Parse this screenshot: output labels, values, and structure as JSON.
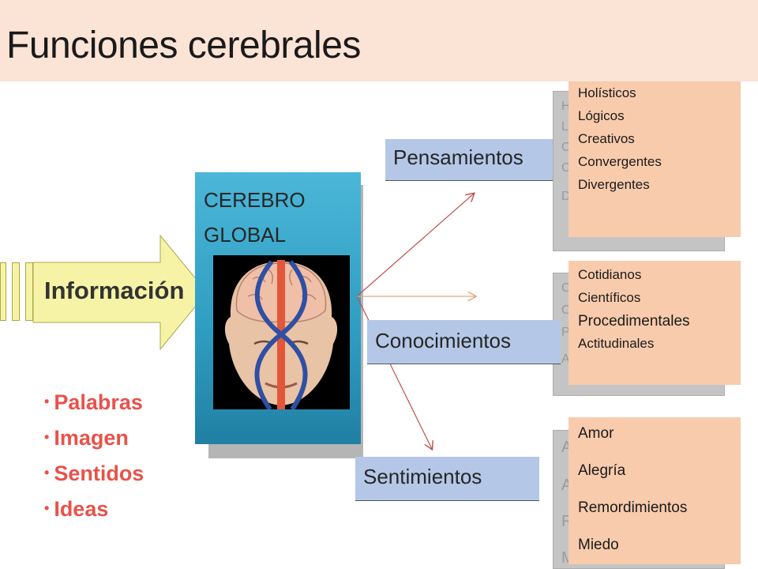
{
  "title": "Funciones cerebrales",
  "input": {
    "label": "Información",
    "sources": [
      "Palabras",
      "Imagen",
      "Sentidos",
      "Ideas"
    ]
  },
  "cerebro": {
    "line1": "CEREBRO",
    "line2": "GLOBAL"
  },
  "outputs": [
    {
      "label": "Pensamientos",
      "items": [
        "Holísticos",
        "Lógicos",
        "Creativos",
        "Convergentes",
        "Divergentes"
      ]
    },
    {
      "label": "Conocimientos",
      "items": [
        "Cotidianos",
        "Científicos",
        "Procedimentales",
        "Actitudinales"
      ]
    },
    {
      "label": "Sentimientos",
      "items": [
        "Amor",
        "Alegría",
        "Remordimientos",
        "Miedo"
      ]
    }
  ],
  "colors": {
    "title_band": "#fbe3d6",
    "arrow_fill": "#f7f3a6",
    "cerebro_fill": "#3aa9cf",
    "category_fill": "#b4c7e7",
    "list_fill": "#f8cbad",
    "bullet_text": "#e8524b",
    "connector": "#c0504d"
  }
}
